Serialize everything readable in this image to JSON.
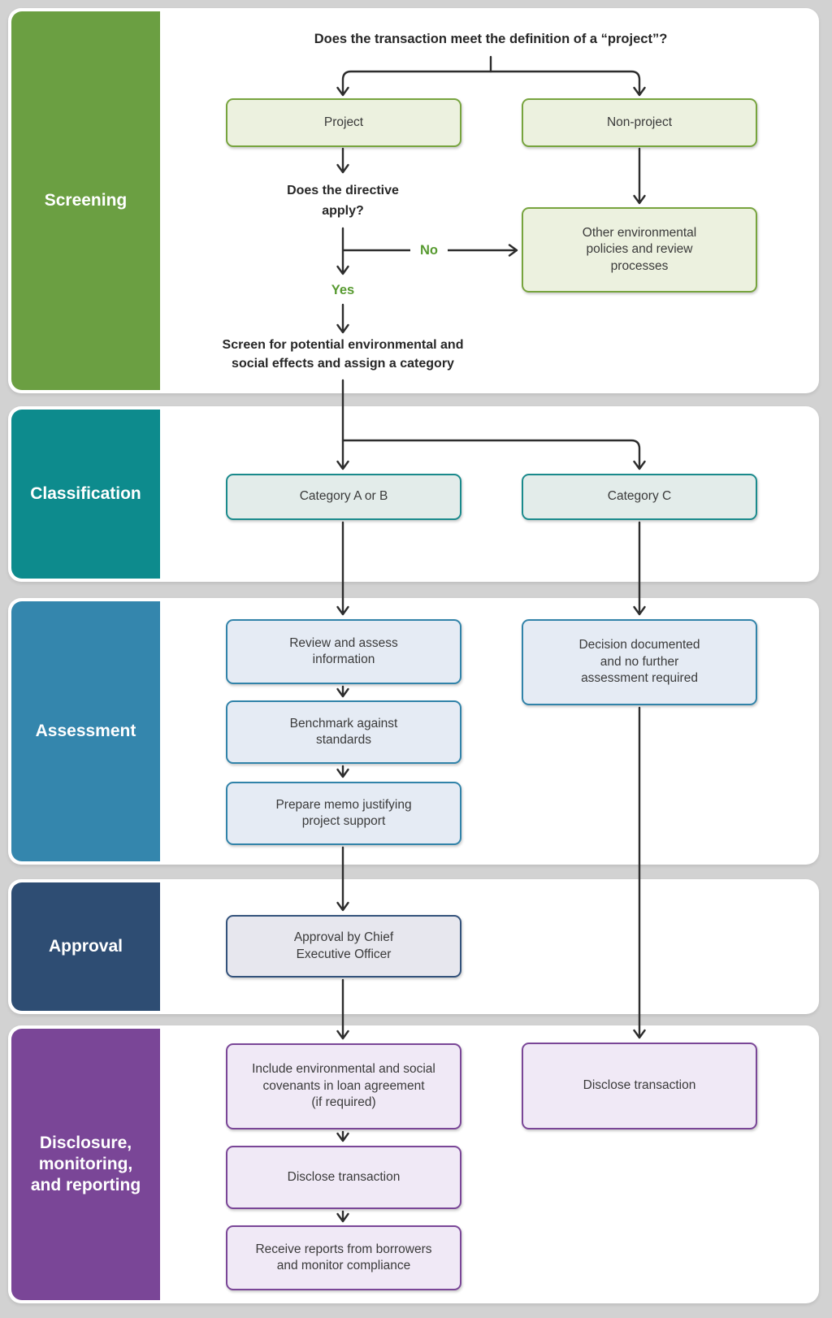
{
  "bands": [
    {
      "id": "screening",
      "label": "Screening"
    },
    {
      "id": "classification",
      "label": "Classification"
    },
    {
      "id": "assessment",
      "label": "Assessment"
    },
    {
      "id": "approval",
      "label": "Approval"
    },
    {
      "id": "disclosure",
      "label": "Disclosure,\nmonitoring,\nand reporting"
    }
  ],
  "questions": {
    "title": "Does the transaction meet the definition of a “project”?",
    "directive": "Does the directive\napply?",
    "screen": "Screen for potential environmental and\nsocial effects and assign a category"
  },
  "decision_labels": {
    "yes": "Yes",
    "no": "No"
  },
  "boxes": {
    "project": "Project",
    "nonproject": "Non-project",
    "other": "Other environmental\npolicies and review\nprocesses",
    "catAB": "Category A or B",
    "catC": "Category C",
    "review": "Review and assess\ninformation",
    "benchmark": "Benchmark against\nstandards",
    "prepare": "Prepare memo justifying\nproject support",
    "decision": "Decision documented\nand no further\nassessment required",
    "ceo": "Approval by Chief\nExecutive Officer",
    "include": "Include environmental and social\ncovenants in loan agreement\n(if required)",
    "discloseLeft": "Disclose transaction",
    "receive": "Receive reports from borrowers\nand monitor compliance",
    "discloseRight": "Disclose transaction"
  },
  "colors": {
    "screening_green": "#6b9f42",
    "classification_teal": "#0d8b8d",
    "assessment_blue": "#3486ad",
    "approval_navy": "#2e4d73",
    "disclosure_purple": "#7a4697",
    "yes_no_green": "#579a30",
    "connector_dark": "#2d2d2d",
    "background_gray": "#d2d2d2"
  }
}
